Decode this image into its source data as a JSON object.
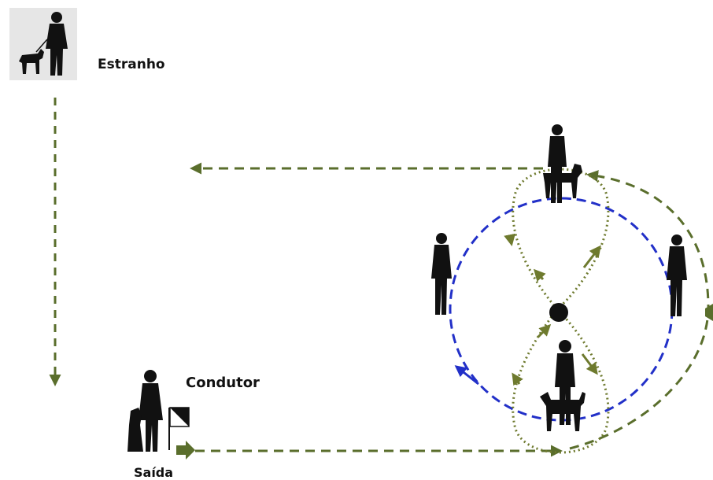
{
  "labels": {
    "stranger": "Estranho",
    "handler": "Condutor",
    "exit": "Saída"
  },
  "icons": {
    "stranger_with_dog": "person-walking-dog-icon",
    "handler_with_dog": "person-with-sitting-dog-icon",
    "start_flag": "checkered-flag-icon",
    "person": "standing-person-icon",
    "dog": "dog-icon",
    "center_marker": "center-point-icon"
  },
  "colors": {
    "route": "#5a6e2c",
    "figure_eight": "#6e7a2e",
    "circle": "#2230c8",
    "silhouette": "#111111",
    "stranger_tile": "#e6e6e6"
  }
}
